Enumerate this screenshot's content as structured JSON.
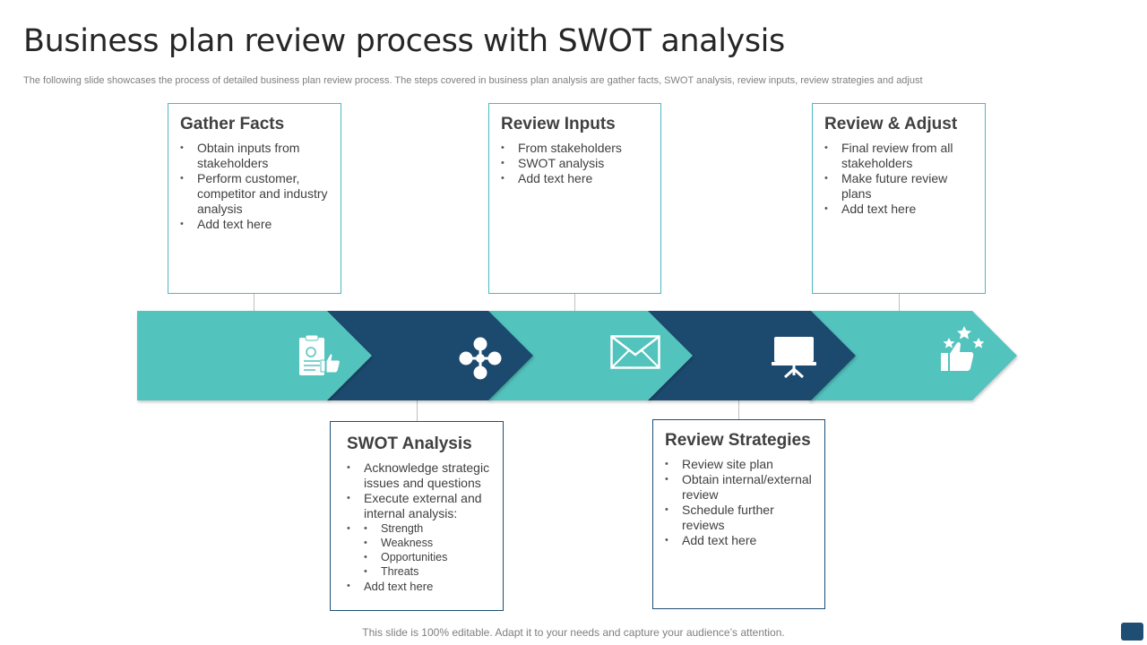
{
  "title": "Business plan review process with SWOT analysis",
  "subtitle": "The following slide showcases the process of detailed business plan review process. The steps covered in business plan analysis are gather facts, SWOT analysis, review inputs, review strategies and adjust",
  "colors": {
    "teal": "#52c3bd",
    "navy": "#1e4a6e",
    "box_teal_border": "#4cb8c4",
    "box_navy_border": "#1e4e74"
  },
  "steps": [
    {
      "heading": "Gather Facts",
      "icon": "clipboard-thumbs-up-icon",
      "items": [
        "Obtain inputs from stakeholders",
        "Perform customer, competitor and industry analysis",
        "Add text here"
      ]
    },
    {
      "heading": "SWOT Analysis",
      "icon": "network-nodes-icon",
      "items": [
        "Acknowledge strategic issues and questions",
        "Execute external and internal analysis:"
      ],
      "subitems": [
        "Strength",
        "Weakness",
        "Opportunities",
        "Threats"
      ],
      "last_item": "Add text here"
    },
    {
      "heading": "Review Inputs",
      "icon": "envelope-icon",
      "items": [
        "From stakeholders",
        "SWOT analysis",
        "Add text here"
      ]
    },
    {
      "heading": "Review Strategies",
      "icon": "presentation-board-icon",
      "items": [
        "Review site plan",
        "Obtain internal/external review",
        "Schedule further reviews",
        "Add text here"
      ]
    },
    {
      "heading": "Review & Adjust",
      "icon": "thumbs-up-stars-icon",
      "items": [
        "Final review from all stakeholders",
        "Make future review plans",
        "Add text here"
      ]
    }
  ],
  "footer": "This slide is 100% editable. Adapt it to your needs and capture your audience’s attention."
}
